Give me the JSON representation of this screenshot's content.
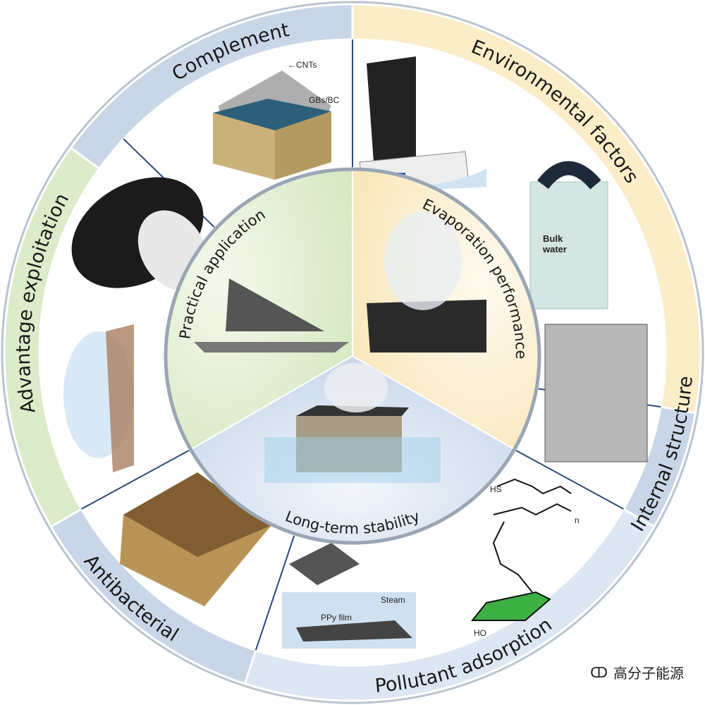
{
  "outer_labels": {
    "complement": "Complement",
    "environmental": "Environmental factors",
    "internal": "Internal structure",
    "pollutant": "Pollutant adsorption",
    "antibacterial": "Antibacterial",
    "advantage": "Advantage exploitation"
  },
  "inner_labels": {
    "practical": "Practical application",
    "evaporation": "Evaporation performance",
    "stability": "Long-term stability"
  },
  "annotations": {
    "cnts": "←CNTs",
    "gbs": "GBs/BC",
    "bulk_water_1": "Bulk",
    "bulk_water_2": "water",
    "steam": "Steam",
    "ppy": "PPy film",
    "hs": "HS",
    "n_sub": "n",
    "ho": "HO"
  },
  "watermark": "高分子能源",
  "colors": {
    "green": "#dcebc9",
    "yellow": "#fbedc8",
    "blue": "#c9d6e8",
    "light_blue": "#dde7f3"
  }
}
